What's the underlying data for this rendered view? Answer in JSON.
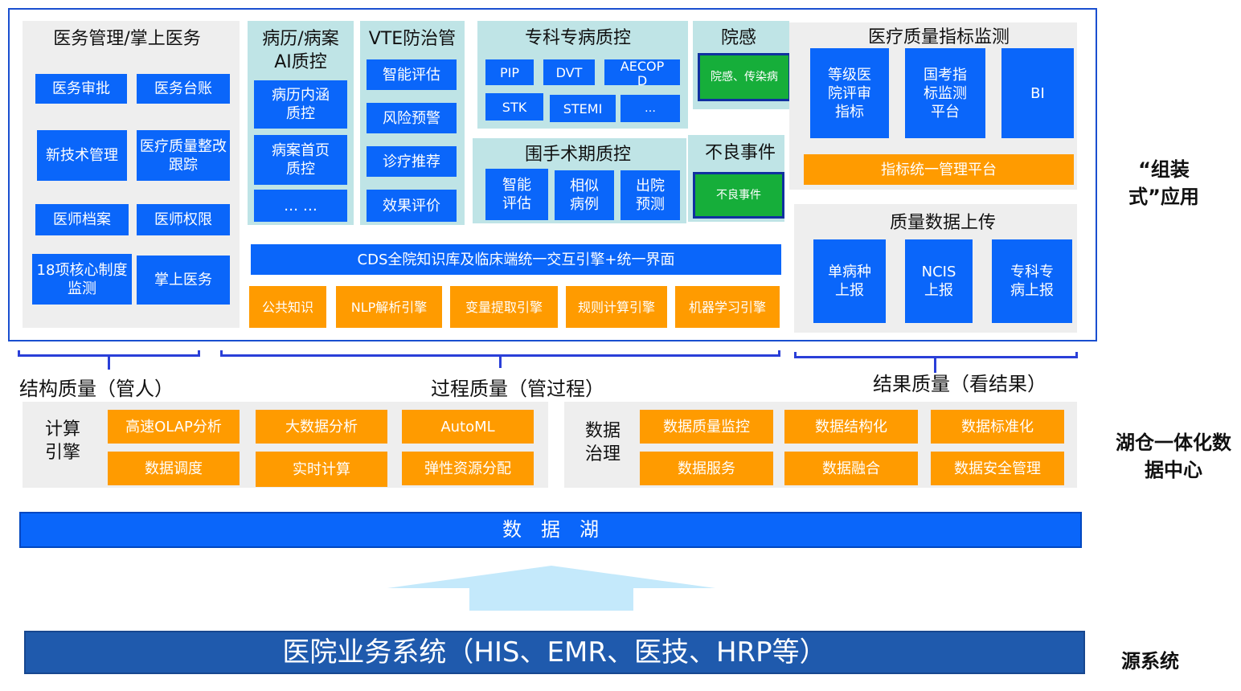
{
  "apps": {
    "medical": {
      "title": "医务管理/掌上医务",
      "items": [
        "医务审批",
        "医务台账",
        "新技术管理",
        "医疗质量整改跟踪",
        "医师档案",
        "医师权限",
        "18项核心制度监测",
        "掌上医务"
      ]
    },
    "emr": {
      "title": "病历/病案AI质控",
      "items": [
        "病历内涵质控",
        "病案首页质控",
        "… …"
      ]
    },
    "vte": {
      "title": "VTE防治管",
      "items": [
        "智能评估",
        "风险预警",
        "诊疗推荐",
        "效果评价"
      ]
    },
    "specialty": {
      "title": "专科专病质控",
      "items": [
        "PIP",
        "DVT",
        "AECOPD",
        "STK",
        "STEMI",
        "…"
      ]
    },
    "infection": {
      "title": "院感",
      "items": [
        "院感、传染病"
      ]
    },
    "periop": {
      "title": "围手术期质控",
      "items": [
        "智能评估",
        "相似病例",
        "出院预测"
      ]
    },
    "adverse": {
      "title": "不良事件",
      "items": [
        "不良事件"
      ]
    },
    "cds": "CDS全院知识库及临床端统一交互引擎+统一界面",
    "engines": [
      "公共知识",
      "NLP解析引擎",
      "变量提取引擎",
      "规则计算引擎",
      "机器学习引擎"
    ],
    "indicator": {
      "title": "医疗质量指标监测",
      "items": [
        "等级医院评审指标",
        "国考指标监测平台",
        "BI"
      ],
      "platform": "指标统一管理平台"
    },
    "upload": {
      "title": "质量数据上传",
      "items": [
        "单病种上报",
        "NCIS上报",
        "专科专病上报"
      ]
    },
    "side_label": "“组装式”应用"
  },
  "quality": {
    "structure": "结构质量（管人）",
    "process": "过程质量（管过程）",
    "result": "结果质量（看结果）"
  },
  "datacenter": {
    "compute": {
      "title": "计算引擎",
      "items": [
        "高速OLAP分析",
        "大数据分析",
        "AutoML",
        "数据调度",
        "实时计算",
        "弹性资源分配"
      ]
    },
    "governance": {
      "title": "数据治理",
      "items": [
        "数据质量监控",
        "数据结构化",
        "数据标准化",
        "数据服务",
        "数据融合",
        "数据安全管理"
      ]
    },
    "side_label": "湖仓一体化数据中心"
  },
  "datalake": "数　据　湖",
  "source": {
    "label": "医院业务系统（HIS、EMR、医技、HRP等）",
    "side_label": "源系统"
  },
  "colors": {
    "blue": "#0a66fa",
    "orange": "#ff9b00",
    "cyan": "#bfe4e6",
    "green": "#16ae3a",
    "source": "#1f5aad"
  }
}
